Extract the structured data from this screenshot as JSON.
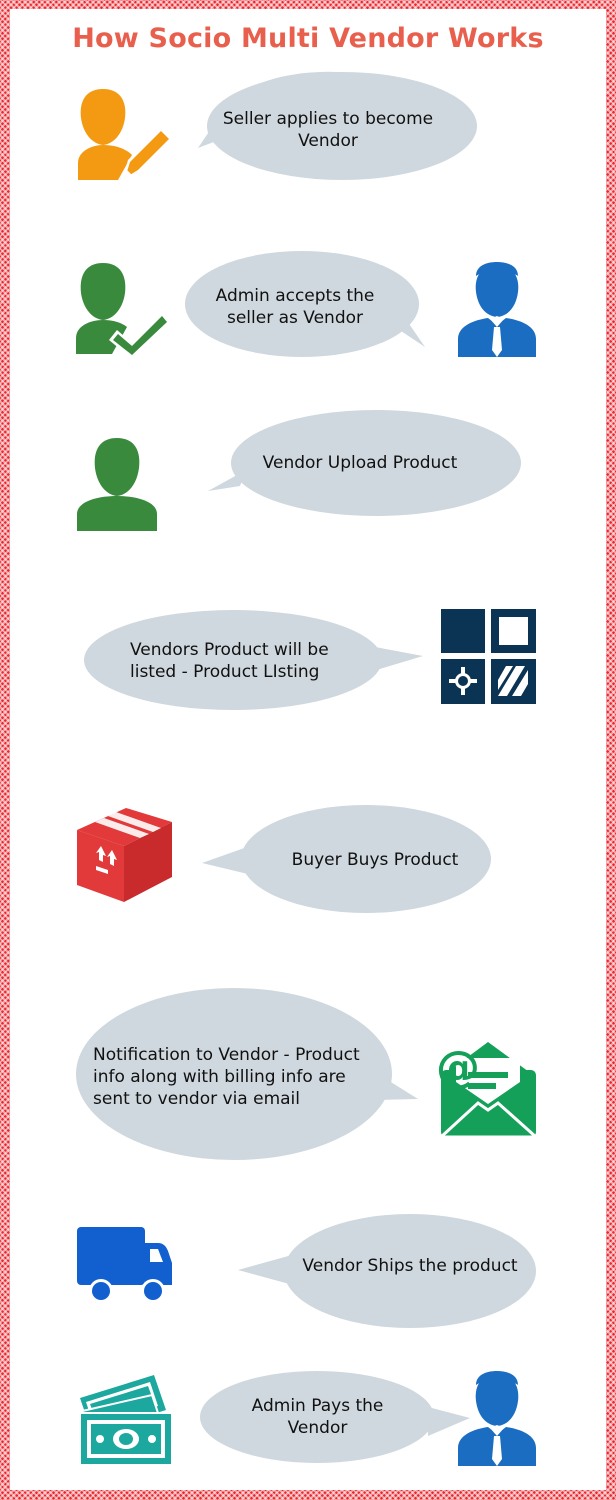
{
  "title": "How Socio Multi Vendor Works",
  "colors": {
    "border": "#e8262e",
    "title": "#e8604d",
    "bubble": "#cfd8de",
    "orange": "#f39a12",
    "green": "#3a8a3e",
    "blue": "#1a6dc0",
    "navy": "#0b3353",
    "box_red": "#e2393a",
    "mail_green": "#14a059",
    "truck_blue": "#1260d0",
    "money_teal": "#1ca89e"
  },
  "steps": [
    {
      "text": "Seller applies to become Vendor",
      "icons": [
        "user-edit-icon"
      ]
    },
    {
      "text": "Admin accepts the seller as Vendor",
      "icons": [
        "user-check-icon",
        "admin-icon"
      ]
    },
    {
      "text": "Vendor Upload Product",
      "icons": [
        "user-icon"
      ]
    },
    {
      "text": "Vendors Product will be listed - Product LIsting",
      "icons": [
        "product-listing-icon"
      ]
    },
    {
      "text": "Buyer Buys Product",
      "icons": [
        "package-box-icon"
      ]
    },
    {
      "text": "Notification to Vendor - Product info along with billing info are sent to vendor via email",
      "icons": [
        "email-envelope-icon"
      ]
    },
    {
      "text": "Vendor Ships the product",
      "icons": [
        "delivery-truck-icon"
      ]
    },
    {
      "text": "Admin Pays the Vendor",
      "icons": [
        "money-icon",
        "admin-icon"
      ]
    }
  ]
}
